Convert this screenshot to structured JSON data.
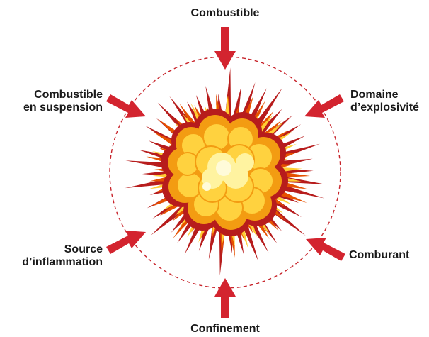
{
  "colors": {
    "arrow": "#d3242f",
    "circle": "#c8252c",
    "flame_outer": "#b71c1c",
    "flame_mid": "#e65100",
    "flame_spike_yellow": "#ffcc33",
    "cloud_orange": "#f39c12",
    "cloud_yellow": "#ffd23f",
    "cloud_light": "#fff3a0",
    "core_white": "#fffbd9"
  },
  "icons": {
    "center": "explosion-icon",
    "arrows": "arrow-icon"
  },
  "labels": {
    "top": [
      "Combustible"
    ],
    "top_left": [
      "Combustible",
      "en suspension"
    ],
    "top_right": [
      "Domaine",
      "d’explosivité"
    ],
    "bottom_left": [
      "Source",
      "d’inflammation"
    ],
    "bottom_right": [
      "Comburant"
    ],
    "bottom": [
      "Confinement"
    ]
  }
}
